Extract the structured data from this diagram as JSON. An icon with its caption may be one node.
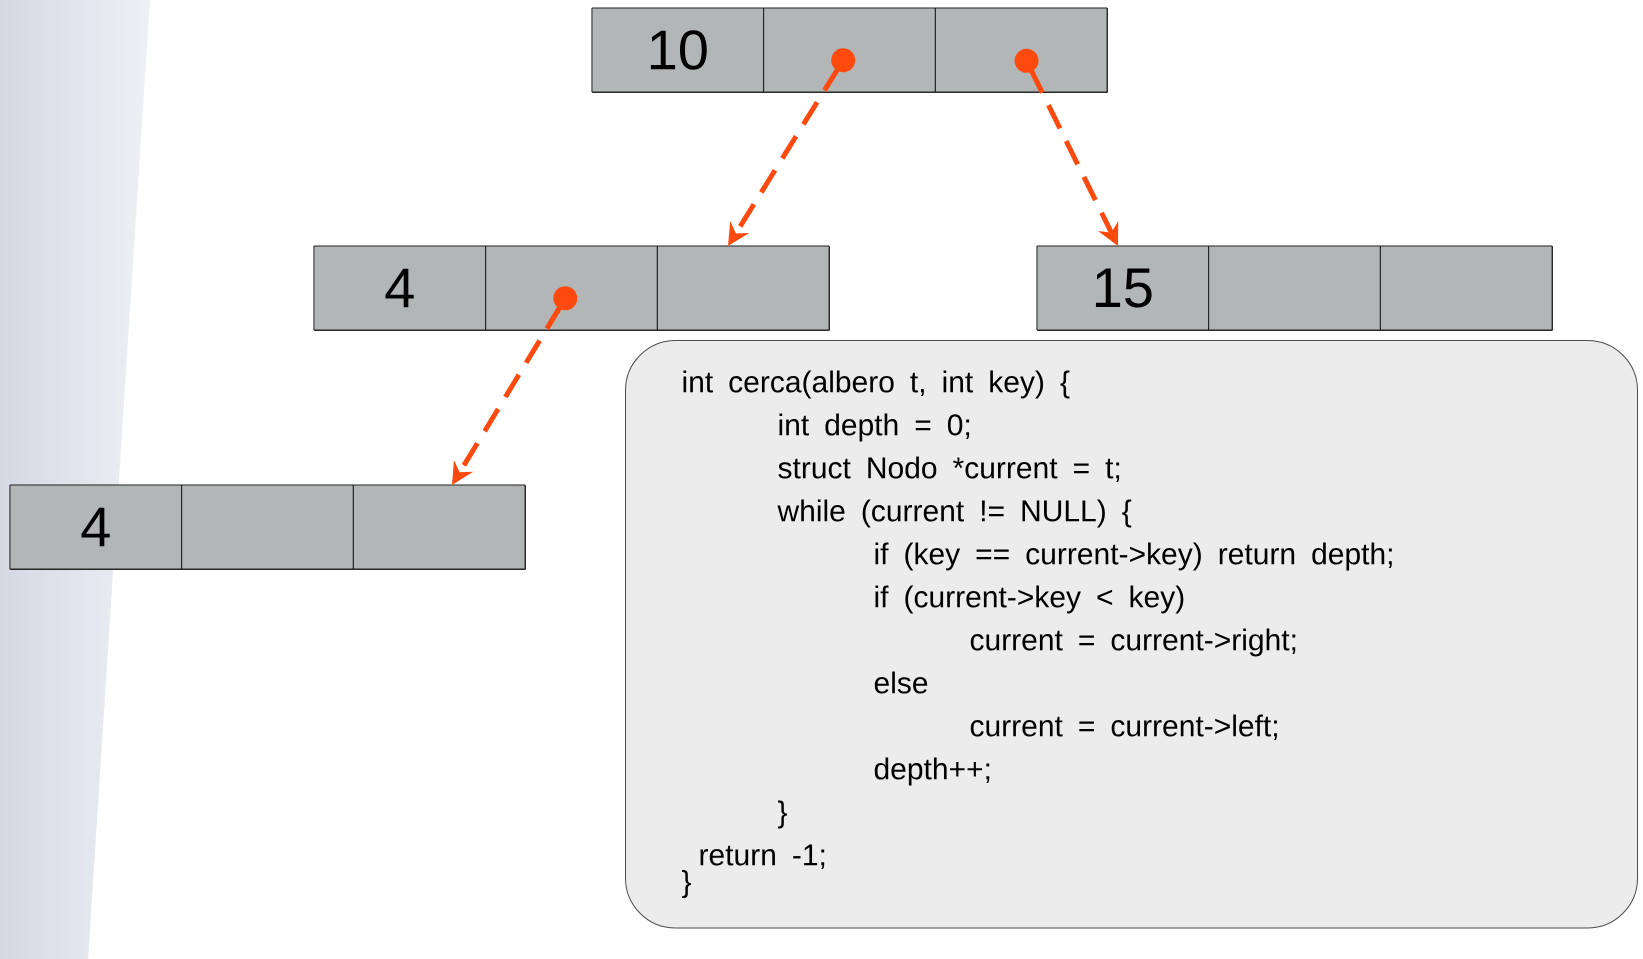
{
  "diagram": {
    "nodes": [
      {
        "text": [],
        "shape": "box"
      },
      {
        "text": [
          "10"
        ],
        "in": 0
      },
      {
        "text": [],
        "shape": "box",
        "in": 0
      },
      {
        "text": [],
        "shape": "box",
        "in": 0
      },
      {
        "text": [],
        "shape": "box"
      },
      {
        "text": [
          "4"
        ],
        "in": 4
      },
      {
        "text": [],
        "shape": "box",
        "in": 4
      },
      {
        "text": [],
        "shape": "box",
        "in": 4
      },
      {
        "text": [],
        "shape": "box"
      },
      {
        "text": [
          "15"
        ],
        "in": 8
      },
      {
        "text": [],
        "shape": "box",
        "in": 8
      },
      {
        "text": [],
        "shape": "box",
        "in": 8
      },
      {
        "text": [],
        "shape": "box"
      },
      {
        "text": [
          "4"
        ],
        "in": 12
      },
      {
        "text": [],
        "shape": "box",
        "in": 12
      },
      {
        "text": [],
        "shape": "box",
        "in": 12
      },
      {
        "text": [
          "int cerca(albero t, int key) {",
          "int depth = 0;",
          "struct Nodo *current = t;",
          "while (current != NULL) {",
          "if (key == current->key) return depth;",
          "if (current->key < key)",
          "current = current->right;",
          "else",
          "current = current->left;",
          "depth++;",
          "}",
          "return -1;",
          "}"
        ]
      }
    ],
    "edges": [
      {
        "from": 2,
        "to": 4,
        "arrow": "to",
        "style": "dashed"
      },
      {
        "from": 3,
        "to": 8,
        "arrow": "to",
        "style": "dashed"
      },
      {
        "from": 6,
        "to": 12,
        "arrow": "to",
        "style": "dashed"
      }
    ]
  }
}
